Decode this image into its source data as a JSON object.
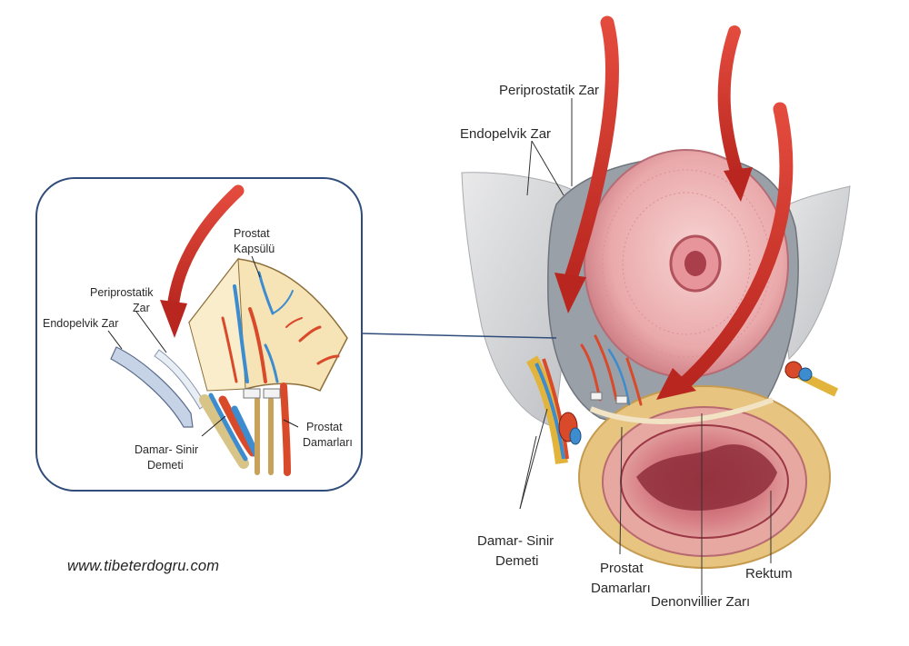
{
  "inset": {
    "labels": {
      "prostat_kapsulu_1": "Prostat",
      "prostat_kapsulu_2": "Kapsülü",
      "periprostatik_1": "Periprostatik",
      "periprostatik_2": "Zar",
      "endopelvik": "Endopelvik Zar",
      "damar_sinir_1": "Damar- Sinir",
      "damar_sinir_2": "Demeti",
      "prostat_damarlari_1": "Prostat",
      "prostat_damarlari_2": "Damarları"
    }
  },
  "main": {
    "labels": {
      "periprostatik": "Periprostatik Zar",
      "endopelvik": "Endopelvik Zar",
      "damar_sinir_1": "Damar- Sinir",
      "damar_sinir_2": "Demeti",
      "prostat_damarlari_1": "Prostat",
      "prostat_damarlari_2": "Damarları",
      "denonvillier": "Denonvillier Zarı",
      "rektum": "Rektum"
    }
  },
  "watermark": "www.tibeterdogru.com",
  "colors": {
    "arrow": "#d3352b",
    "inset_border": "#2f4c7a",
    "vein": "#3d8ccf",
    "artery": "#d94a2a",
    "capsule": "#f6e3b6",
    "tissue": "#e8a3a8"
  }
}
